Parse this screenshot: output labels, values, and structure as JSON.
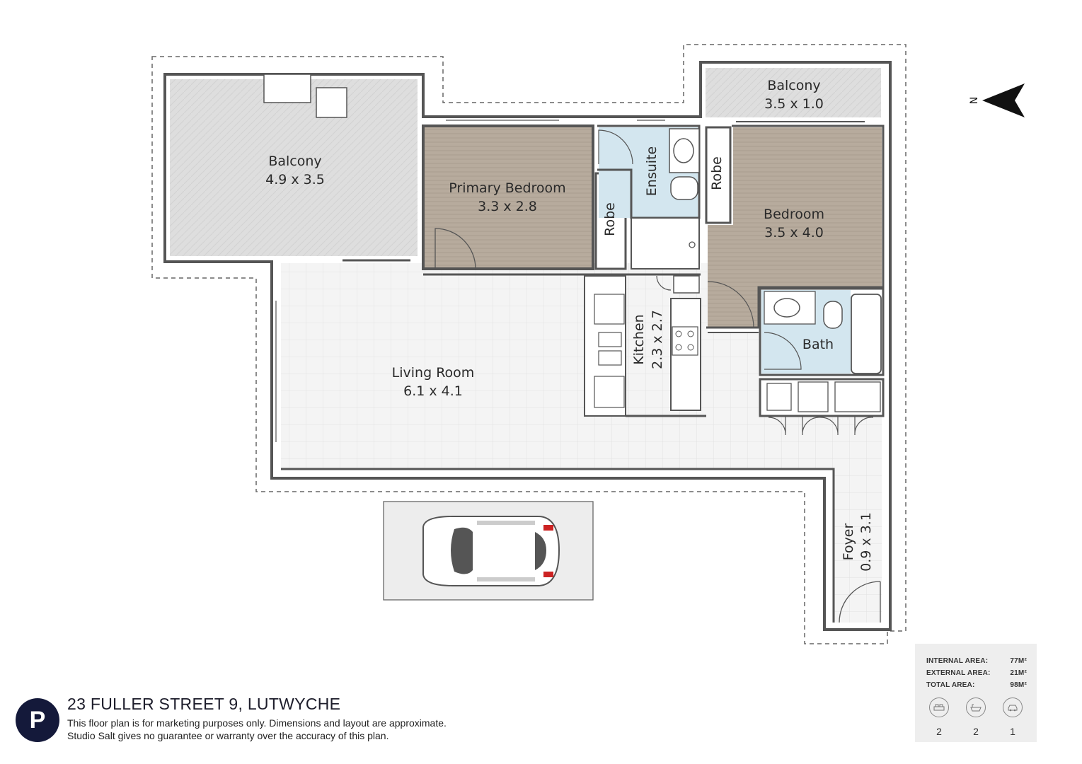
{
  "rooms": {
    "balcony_main": {
      "name": "Balcony",
      "dims": "4.9 x 3.5"
    },
    "primary_bedroom": {
      "name": "Primary Bedroom",
      "dims": "3.3 x 2.8"
    },
    "ensuite": {
      "name": "Ensuite"
    },
    "robe_primary": {
      "name": "Robe"
    },
    "robe_bedroom": {
      "name": "Robe"
    },
    "balcony_small": {
      "name": "Balcony",
      "dims": "3.5 x 1.0"
    },
    "bedroom": {
      "name": "Bedroom",
      "dims": "3.5 x 4.0"
    },
    "kitchen": {
      "name": "Kitchen",
      "dims": "2.3 x 2.7"
    },
    "bath": {
      "name": "Bath"
    },
    "living_room": {
      "name": "Living Room",
      "dims": "6.1 x 4.1"
    },
    "foyer": {
      "name": "Foyer",
      "dims": "0.9 x 3.1"
    }
  },
  "compass": {
    "label": "N"
  },
  "footer": {
    "logo_letter": "P",
    "title": "23 FULLER STREET 9, LUTWYCHE",
    "disclaimer_line1": "This floor plan is for marketing purposes only. Dimensions and layout are approximate.",
    "disclaimer_line2": "Studio Salt gives no guarantee or warranty over the accuracy of this plan."
  },
  "summary": {
    "internal_label": "INTERNAL AREA:",
    "internal_value": "77M²",
    "external_label": "EXTERNAL AREA:",
    "external_value": "21M²",
    "total_label": "TOTAL AREA:",
    "total_value": "98M²",
    "features": [
      {
        "icon": "bed-icon",
        "count": "2"
      },
      {
        "icon": "bath-icon",
        "count": "2"
      },
      {
        "icon": "car-icon",
        "count": "1"
      }
    ]
  },
  "colors": {
    "wood": "#b4a89a",
    "tile": "#cfe3ec",
    "balcony": "#dcdcdc",
    "wall": "#555555"
  }
}
